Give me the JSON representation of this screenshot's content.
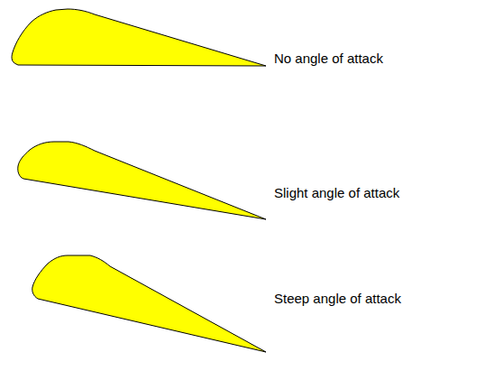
{
  "diagram": {
    "labels": [
      "No angle of attack",
      "Slight angle of attack",
      "Steep angle of attack"
    ]
  }
}
